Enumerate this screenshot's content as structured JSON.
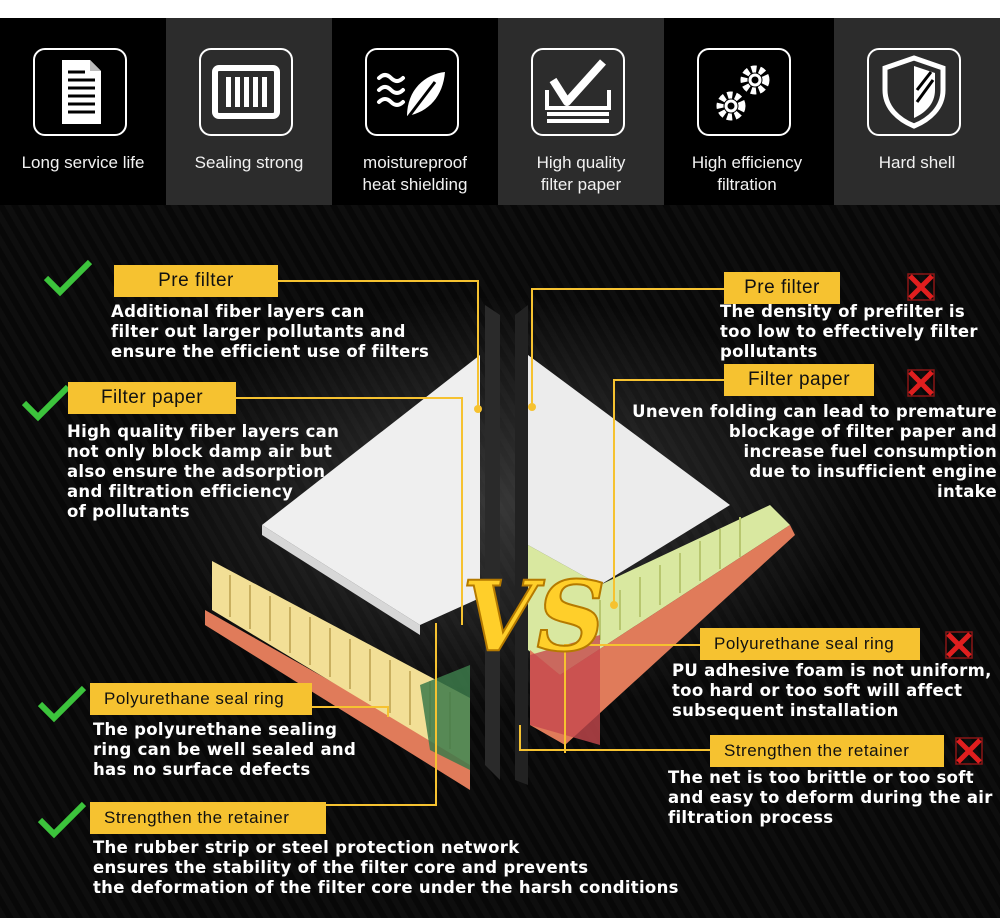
{
  "features": [
    {
      "label": "Long service life",
      "icon": "document-icon"
    },
    {
      "label": "Sealing strong",
      "icon": "grille-icon"
    },
    {
      "label": "moistureproof\nheat shielding",
      "icon": "leaf-wind-icon"
    },
    {
      "label": "High quality\nfilter paper",
      "icon": "checkmark-paper-icon"
    },
    {
      "label": "High efficiency\nfiltration",
      "icon": "gears-icon"
    },
    {
      "label": "Hard shell",
      "icon": "shield-icon"
    }
  ],
  "vs_label": "VS",
  "colors": {
    "tag": "#f6c230",
    "check": "#3cc43c",
    "cross": "#e01e1e",
    "background": "#050505"
  },
  "left": {
    "pre_filter": {
      "title": "Pre filter",
      "desc": "Additional fiber layers can\nfilter out larger pollutants and\nensure the efficient use of filters"
    },
    "filter_paper": {
      "title": "Filter paper",
      "desc": "High quality fiber layers can\nnot only block damp air but\nalso ensure the adsorption\nand filtration efficiency\nof pollutants"
    },
    "seal_ring": {
      "title": "Polyurethane seal ring",
      "desc": "The polyurethane sealing\nring can be well sealed and\nhas no surface defects"
    },
    "retainer": {
      "title": "Strengthen the retainer",
      "desc": "The rubber strip or steel protection network\nensures the stability of the filter core and prevents\nthe deformation of the filter core under the harsh conditions"
    }
  },
  "right": {
    "pre_filter": {
      "title": "Pre filter",
      "desc": "The density of prefilter is\ntoo low to effectively filter\npollutants"
    },
    "filter_paper": {
      "title": "Filter paper",
      "desc": "Uneven folding can lead to premature\nblockage of filter paper and\nincrease fuel consumption\ndue to insufficient engine\nintake"
    },
    "seal_ring": {
      "title": "Polyurethane seal ring",
      "desc": "PU adhesive foam is not uniform,\ntoo hard or too soft will affect\nsubsequent installation"
    },
    "retainer": {
      "title": "Strengthen the retainer",
      "desc": "The net is too brittle or too soft\nand easy to deform during the air\nfiltration process"
    }
  }
}
